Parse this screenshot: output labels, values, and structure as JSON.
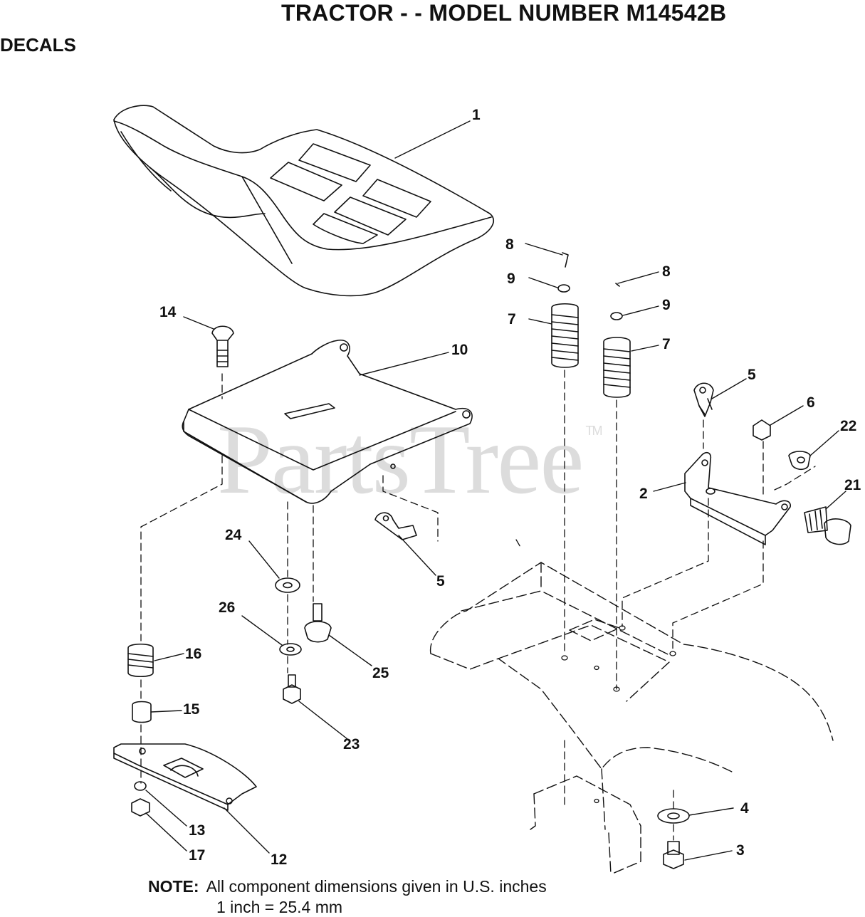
{
  "header": {
    "title": "TRACTOR - - MODEL NUMBER M14542B",
    "section": "DECALS"
  },
  "watermark": {
    "text": "PartsTree",
    "tm": "TM"
  },
  "callouts": [
    {
      "id": "c1",
      "label": "1"
    },
    {
      "id": "c8a",
      "label": "8"
    },
    {
      "id": "c8b",
      "label": "8"
    },
    {
      "id": "c9a",
      "label": "9"
    },
    {
      "id": "c9b",
      "label": "9"
    },
    {
      "id": "c7a",
      "label": "7"
    },
    {
      "id": "c7b",
      "label": "7"
    },
    {
      "id": "c14",
      "label": "14"
    },
    {
      "id": "c10",
      "label": "10"
    },
    {
      "id": "c5a",
      "label": "5"
    },
    {
      "id": "c6",
      "label": "6"
    },
    {
      "id": "c22",
      "label": "22"
    },
    {
      "id": "c2",
      "label": "2"
    },
    {
      "id": "c21",
      "label": "21"
    },
    {
      "id": "c5b",
      "label": "5"
    },
    {
      "id": "c24",
      "label": "24"
    },
    {
      "id": "c26",
      "label": "26"
    },
    {
      "id": "c25",
      "label": "25"
    },
    {
      "id": "c16",
      "label": "16"
    },
    {
      "id": "c15",
      "label": "15"
    },
    {
      "id": "c23",
      "label": "23"
    },
    {
      "id": "c13",
      "label": "13"
    },
    {
      "id": "c17",
      "label": "17"
    },
    {
      "id": "c12",
      "label": "12"
    },
    {
      "id": "c4",
      "label": "4"
    },
    {
      "id": "c3",
      "label": "3"
    }
  ],
  "note": {
    "label": "NOTE:",
    "line1": "All component dimensions given in U.S. inches",
    "line2": "1 inch = 25.4 mm"
  }
}
